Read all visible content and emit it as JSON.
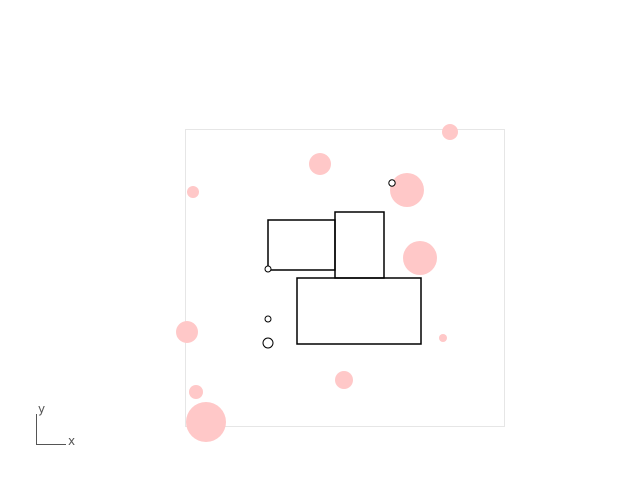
{
  "axes_indicator": {
    "x_label": "x",
    "y_label": "y"
  },
  "colors": {
    "background": "#ffffff",
    "frame": "#e6e6e6",
    "geometry_stroke": "#000000",
    "blob_fill": "#ffc8c8",
    "axis": "#555555"
  },
  "scene": {
    "frame": {
      "name": "scene-frame"
    },
    "rectangles": [
      {
        "name": "rect-top-left"
      },
      {
        "name": "rect-tall-middle"
      },
      {
        "name": "rect-large-bottom"
      }
    ],
    "markers": [
      {
        "name": "marker-top"
      },
      {
        "name": "marker-left-mid"
      },
      {
        "name": "marker-left-low"
      },
      {
        "name": "marker-left-bottom"
      }
    ],
    "blobs": [
      {
        "name": "blob-1"
      },
      {
        "name": "blob-2"
      },
      {
        "name": "blob-3"
      },
      {
        "name": "blob-4"
      },
      {
        "name": "blob-5"
      },
      {
        "name": "blob-6"
      },
      {
        "name": "blob-7"
      },
      {
        "name": "blob-8"
      },
      {
        "name": "blob-9"
      },
      {
        "name": "blob-10"
      },
      {
        "name": "blob-11"
      }
    ]
  }
}
